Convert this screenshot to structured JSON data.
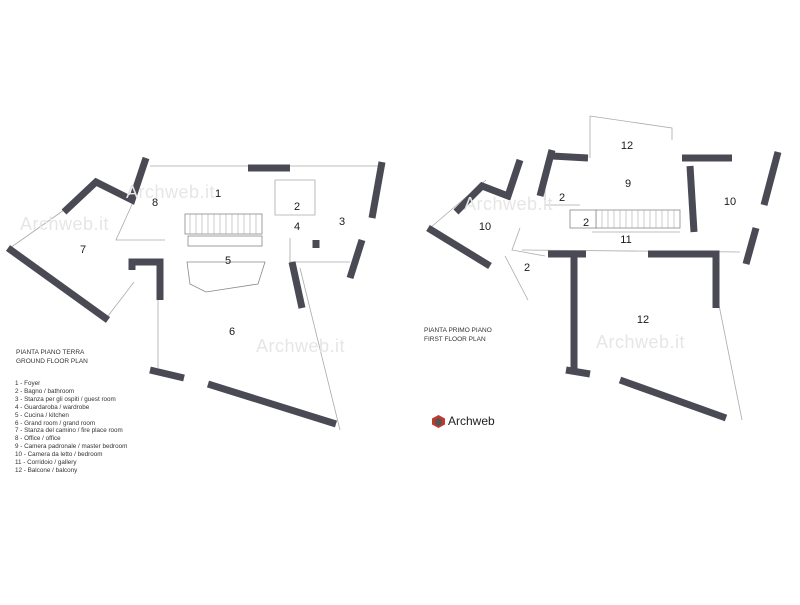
{
  "ground_floor": {
    "caption_it": "PIANTA PIANO TERRA",
    "caption_en": "GROUND FLOOR PLAN",
    "room_numbers": [
      "1",
      "2",
      "3",
      "4",
      "5",
      "6",
      "7",
      "8"
    ]
  },
  "first_floor": {
    "caption_it": "PIANTA PRIMO PIANO",
    "caption_en": "FIRST FLOOR PLAN",
    "room_numbers": [
      "12",
      "9",
      "2",
      "2",
      "10",
      "10",
      "11",
      "2",
      "12"
    ]
  },
  "legend": [
    "1 - Foyer",
    "2 - Bagno / bathroom",
    "3 - Stanza per gli ospiti / guest room",
    "4 - Guardaroba / wardrobe",
    "5 - Cucina / kitchen",
    "6 - Grand room / grand room",
    "7 - Stanza del camino / fire place room",
    "8 - Office / office",
    "9 - Camera padronale / master bedroom",
    "10 - Camera da letto / bedroom",
    "11 - Corridoio / gallery",
    "12 - Balcone / balcony"
  ],
  "logo": {
    "text": "Archweb"
  },
  "watermark": "Archweb.it",
  "colors": {
    "wall": "#4a4a55",
    "line": "#9a9a9a",
    "logo_red": "#c0392b",
    "logo_gray": "#555555"
  }
}
